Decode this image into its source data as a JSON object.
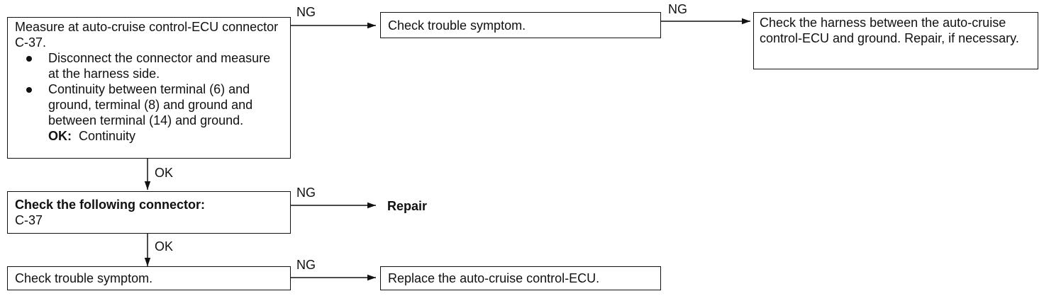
{
  "steps": {
    "measure": {
      "intro": "Measure at auto-cruise control-ECU connector C-37.",
      "bullet1": "Disconnect the connector and measure at the harness side.",
      "bullet2": "Continuity between terminal (6) and ground, terminal (8) and ground and between terminal (14) and ground.",
      "ok_label": "OK:",
      "ok_value": "Continuity"
    },
    "check_symptom_1": "Check trouble symptom.",
    "check_harness": "Check the harness between the auto-cruise control-ECU and ground. Repair, if necessary.",
    "check_connector_title": "Check the following connector:",
    "check_connector_value": "C-37",
    "repair": "Repair",
    "check_symptom_2": "Check trouble symptom.",
    "replace_ecu": "Replace the auto-cruise control-ECU."
  },
  "labels": {
    "ng_1": "NG",
    "ng_2": "NG",
    "ng_3": "NG",
    "ng_4": "NG",
    "ok_1": "OK",
    "ok_2": "OK"
  }
}
